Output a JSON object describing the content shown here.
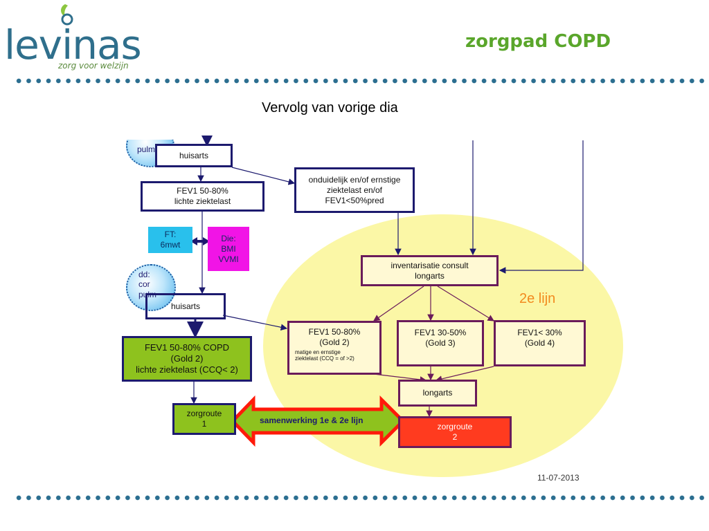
{
  "logo": {
    "word": "levinas",
    "tagline": "zorg voor welzijn"
  },
  "title": "zorgpad COPD",
  "subtitle": "Vervolg van vorige dia",
  "diagram": {
    "circle_top_text": "pulm",
    "circle_dd": {
      "line1": "dd:",
      "line2": "cor",
      "line3": "pulm"
    },
    "huisarts_top": "huisarts",
    "fev_light": {
      "line1": "FEV1 50-80%",
      "line2": "lichte ziektelast"
    },
    "ft": {
      "line1": "FT:",
      "line2": "6mwt"
    },
    "die": {
      "line1": "Die:",
      "line2": "BMI",
      "line3": "VVMI"
    },
    "huisarts_mid": "huisarts",
    "fev_copd": {
      "line1": "FEV1 50-80% COPD",
      "line2": "(Gold 2)",
      "line3": "lichte ziektelast (CCQ< 2)"
    },
    "zorgroute1": {
      "line1": "zorgroute",
      "line2": "1"
    },
    "samenwerking": "samenwerking 1e & 2e  lijn",
    "onduidelijk": {
      "line1": "onduidelijk en/of ernstige",
      "line2": "ziektelast en/of",
      "line3": "FEV1<50%pred"
    },
    "inventarisatie": {
      "line1": "inventarisatie consult",
      "line2": "longarts"
    },
    "tweede_lijn": "2e lijn",
    "fev_gold2": {
      "line1": "FEV1 50-80%",
      "line2": "(Gold 2)",
      "note1": "matige en ernstige",
      "note2": "ziektelast (CCQ = of >2)"
    },
    "fev_gold3": {
      "line1": "FEV1 30-50%",
      "line2": "(Gold 3)"
    },
    "fev_gold4": {
      "line1": "FEV1< 30%",
      "line2": "(Gold 4)"
    },
    "longarts": "longarts",
    "zorgroute2": {
      "line1": "zorgroute",
      "line2": "2"
    },
    "date": "11-07-2013"
  },
  "colors": {
    "navy": "#1c1a6e",
    "purple": "#6a1b5a",
    "green": "#8ec21e",
    "red": "#ff3b1f",
    "yellow_ellipse": "#fbf7a6",
    "title_green": "#5aa62b",
    "dot_blue": "#2b6e90"
  }
}
